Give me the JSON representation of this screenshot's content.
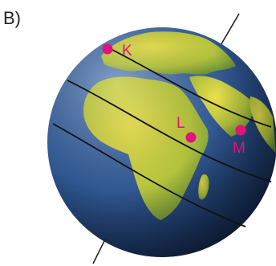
{
  "panel_label": "B)",
  "colors": {
    "ocean_light": "#6d8fc0",
    "ocean_mid": "#2f5690",
    "ocean_dark": "#0f2347",
    "land_light": "#e9e04c",
    "land_mid": "#b2c23d",
    "land_dark": "#5f8a38",
    "latitude_line": "#111111",
    "axis_line": "#222222",
    "marker": "#e0147a"
  },
  "points": [
    {
      "id": "K",
      "label": "K"
    },
    {
      "id": "L",
      "label": "L"
    },
    {
      "id": "M",
      "label": "M"
    }
  ],
  "latitude_line_count": 3
}
